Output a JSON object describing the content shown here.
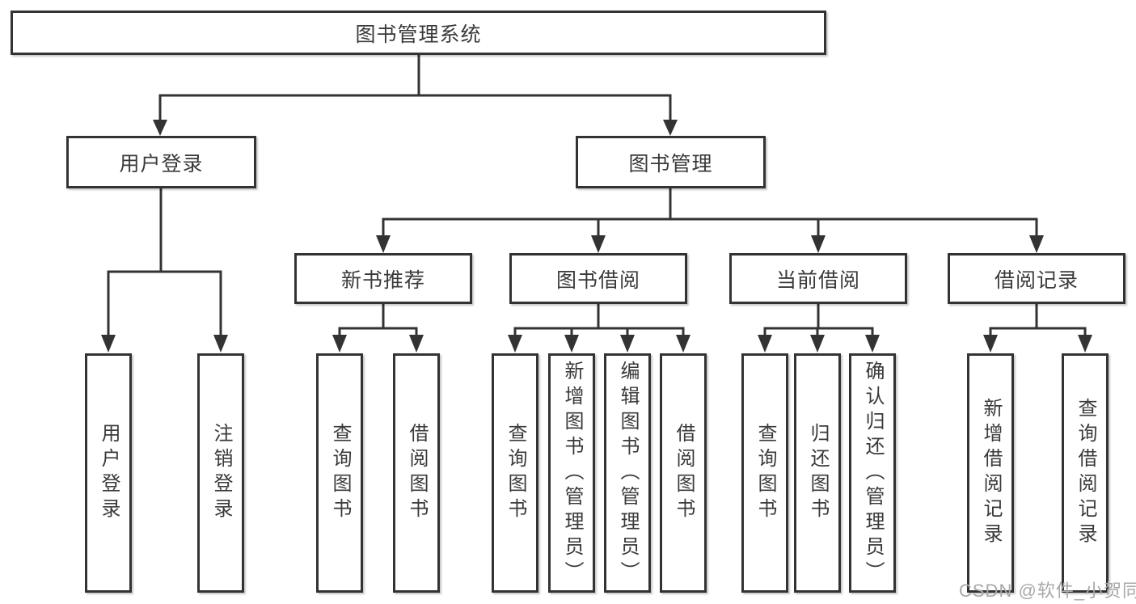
{
  "diagram": {
    "root": {
      "label": "图书管理系统"
    },
    "user_branch": {
      "label": "用户登录",
      "children": [
        {
          "label": "用户登录"
        },
        {
          "label": "注销登录"
        }
      ]
    },
    "book_branch": {
      "label": "图书管理",
      "children": [
        {
          "label": "新书推荐",
          "children": [
            {
              "label": "查询图书"
            },
            {
              "label": "借阅图书"
            }
          ]
        },
        {
          "label": "图书借阅",
          "children": [
            {
              "label": "查询图书"
            },
            {
              "label": "新增图书（管理员）"
            },
            {
              "label": "编辑图书（管理员）"
            },
            {
              "label": "借阅图书"
            }
          ]
        },
        {
          "label": "当前借阅",
          "children": [
            {
              "label": "查询图书"
            },
            {
              "label": "归还图书"
            },
            {
              "label": "确认归还（管理员）"
            }
          ]
        },
        {
          "label": "借阅记录",
          "children": [
            {
              "label": "新增借阅记录"
            },
            {
              "label": "查询借阅记录"
            }
          ]
        }
      ]
    },
    "watermark": "CSDN @软件_小贺同学",
    "colors": {
      "line": "#333333",
      "text": "#3a3a3a",
      "background": "#ffffff",
      "watermark": "#a8a8a8"
    }
  }
}
